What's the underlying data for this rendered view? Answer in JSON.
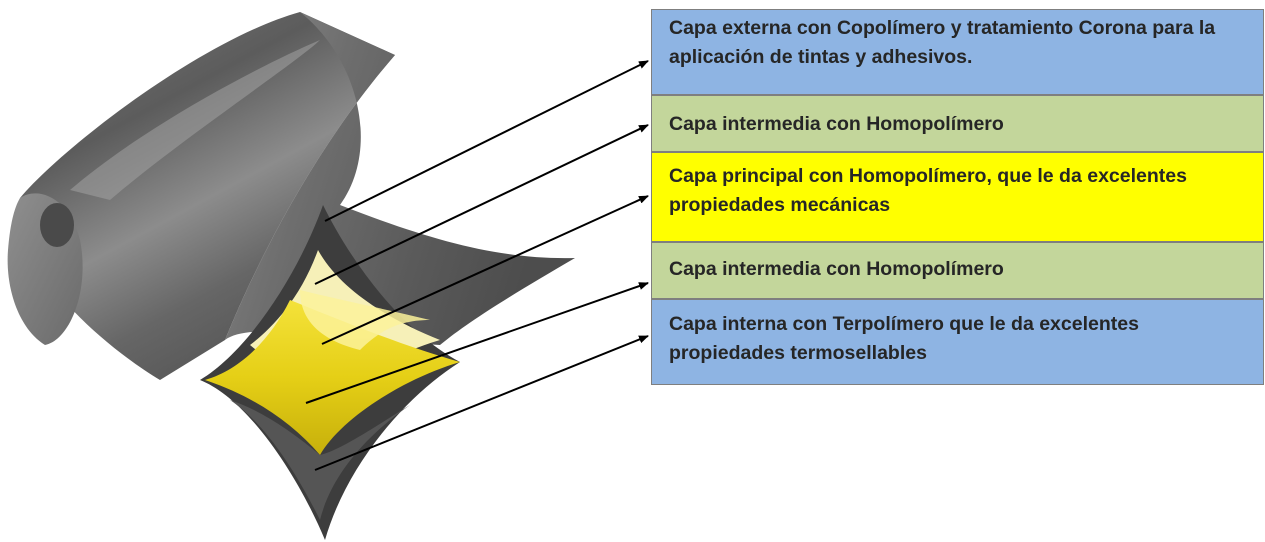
{
  "layers": [
    {
      "text": "Capa externa con Copolímero y tratamiento Corona para la aplicación de tintas y adhesivos.",
      "color": "#8eb4e3"
    },
    {
      "text": "Capa intermedia con Homopolímero",
      "color": "#c3d69b"
    },
    {
      "text": "Capa principal con Homopolímero, que le da excelentes propiedades mecánicas",
      "color": "#ffff00"
    },
    {
      "text": "Capa intermedia con Homopolímero",
      "color": "#c3d69b"
    },
    {
      "text": "Capa interna con Terpolímero que le da excelentes propiedades termosellables",
      "color": "#8eb4e3"
    }
  ]
}
